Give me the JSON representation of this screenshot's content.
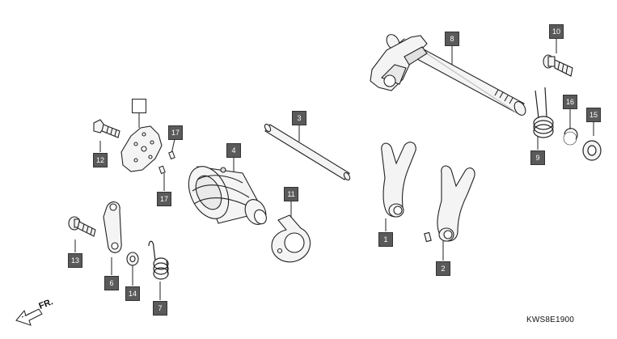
{
  "diagram": {
    "drawing_code": "KWS8E1900",
    "direction_label": "FR.",
    "callouts": [
      {
        "id": "c1",
        "label": "1",
        "part": "shift-fork-1"
      },
      {
        "id": "c2",
        "label": "2",
        "part": "shift-fork-2"
      },
      {
        "id": "c3",
        "label": "3",
        "part": "fork-shaft"
      },
      {
        "id": "c4",
        "label": "4",
        "part": "shift-drum"
      },
      {
        "id": "c6",
        "label": "6",
        "part": "stopper-arm"
      },
      {
        "id": "c7",
        "label": "7",
        "part": "stopper-spring"
      },
      {
        "id": "c8",
        "label": "8",
        "part": "gearshift-spindle"
      },
      {
        "id": "c9",
        "label": "9",
        "part": "return-spring"
      },
      {
        "id": "c10",
        "label": "10",
        "part": "spring-pin-bolt"
      },
      {
        "id": "c11",
        "label": "11",
        "part": "drum-bearing-plate"
      },
      {
        "id": "c12",
        "label": "12",
        "part": "center-bolt"
      },
      {
        "id": "c13",
        "label": "13",
        "part": "stopper-bolt"
      },
      {
        "id": "c14",
        "label": "14",
        "part": "washer"
      },
      {
        "id": "c15",
        "label": "15",
        "part": "thrust-washer"
      },
      {
        "id": "c16",
        "label": "16",
        "part": "snap-ring"
      },
      {
        "id": "c17a",
        "label": "17",
        "part": "dowel-pin-upper"
      },
      {
        "id": "c17b",
        "label": "17",
        "part": "dowel-pin-lower"
      },
      {
        "id": "cblank",
        "label": "",
        "part": "shift-drum-center"
      }
    ]
  }
}
